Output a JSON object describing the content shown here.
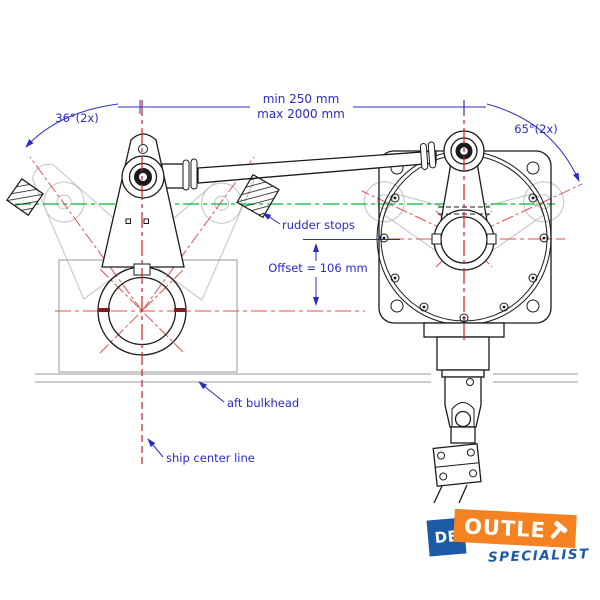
{
  "diagram": {
    "dimensions": {
      "top_min": "min 250 mm",
      "top_max": "max 2000 mm",
      "angle_left": "36°(2x)",
      "angle_right": "65°(2x)",
      "offset": "Offset = 106 mm"
    },
    "labels": {
      "rudder_stops": "rudder stops",
      "aft_bulkhead": "aft bulkhead",
      "ship_center_line": "ship center line"
    },
    "colors": {
      "dimension_blue": "#2b2bc4",
      "centerline_red": "#cc2222",
      "construction_red": "#dd5252",
      "travel_green": "#00bb33",
      "ghost_gray": "#c2c2c2",
      "outline_black": "#1a1a1a"
    }
  },
  "logo": {
    "de": "DE",
    "outlet_letters": "OUTLE",
    "hammer_icon": "hammer-t-icon",
    "specialist": "SPECIALIST",
    "orange": "#f58220",
    "blue": "#1b5aa5"
  }
}
